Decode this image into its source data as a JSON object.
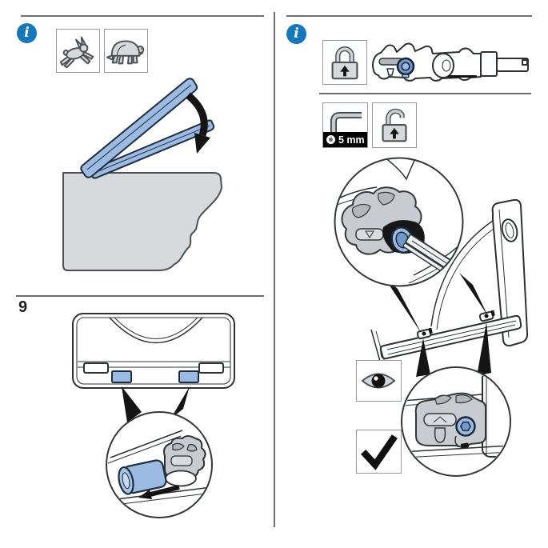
{
  "colors": {
    "accent_blue": "#1377bd",
    "part_blue": "#9cbbe3",
    "part_blue_deep": "#7199cb",
    "part_blue_stroke": "#1f2d3d",
    "gray_fill": "#d7dadc",
    "gray_deep": "#b3b7bb",
    "stroke_gray": "#4c5054",
    "ink": "#2d3134",
    "rule_gray": "#6d6e71",
    "box_border": "#979a9d",
    "arrow_black": "#141414",
    "banner_bg": "#000000",
    "banner_text": "#ffffff"
  },
  "left_panel": {
    "info_glyph": "i",
    "step_number": "9",
    "speed_box_icons": [
      "rabbit-icon",
      "turtle-icon"
    ]
  },
  "right_panel": {
    "info_glyph": "i",
    "hex_key_size_label": "5 mm",
    "symbol_boxes": [
      "lock-closed-icon",
      "hex-key-icon",
      "lock-open-icon",
      "eye-icon",
      "checkmark-icon"
    ]
  }
}
